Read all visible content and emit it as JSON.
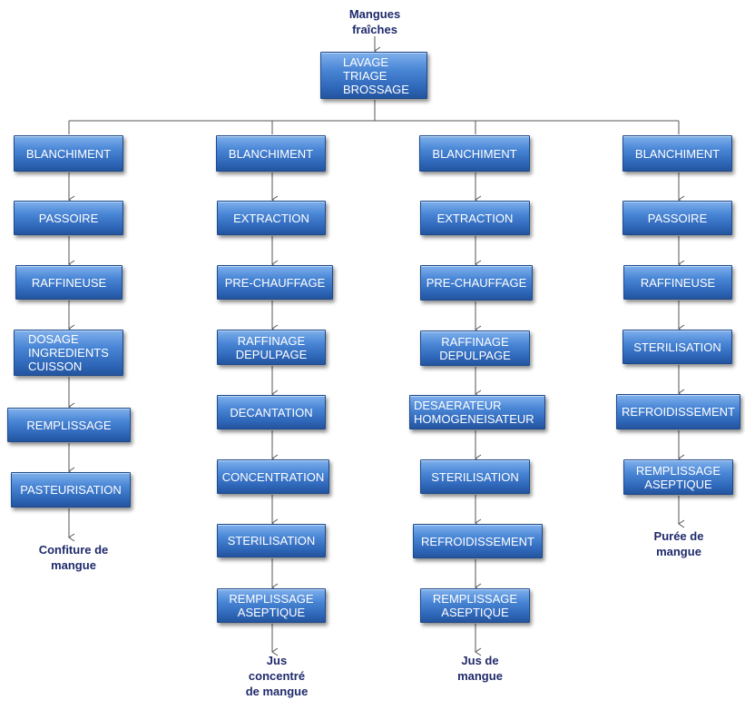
{
  "input": {
    "line1": "Mangues",
    "line2": "fraîches"
  },
  "top_box": {
    "line1": "LAVAGE",
    "line2": "TRIAGE",
    "line3": "BROSSAGE"
  },
  "col1": {
    "steps": [
      "BLANCHIMENT",
      "PASSOIRE",
      "RAFFINEUSE",
      "DOSAGE",
      "INGREDIENTS",
      "CUISSON",
      "REMPLISSAGE",
      "PASTEURISATION"
    ],
    "product": {
      "line1": "Confiture de",
      "line2": "mangue"
    }
  },
  "col2": {
    "steps": [
      "BLANCHIMENT",
      "EXTRACTION",
      "PRE-CHAUFFAGE",
      "RAFFINAGE",
      "DEPULPAGE",
      "DECANTATION",
      "CONCENTRATION",
      "STERILISATION",
      "REMPLISSAGE",
      "ASEPTIQUE"
    ],
    "product": {
      "line1": "Jus",
      "line2": "concentré",
      "line3": "de mangue"
    }
  },
  "col3": {
    "steps": [
      "BLANCHIMENT",
      "EXTRACTION",
      "PRE-CHAUFFAGE",
      "RAFFINAGE",
      "DEPULPAGE",
      "DESAERATEUR",
      "HOMOGENEISATEUR",
      "STERILISATION",
      "REFROIDISSEMENT",
      "REMPLISSAGE",
      "ASEPTIQUE"
    ],
    "product": {
      "line1": "Jus de",
      "line2": "mangue"
    }
  },
  "col4": {
    "steps": [
      "BLANCHIMENT",
      "PASSOIRE",
      "RAFFINEUSE",
      "STERILISATION",
      "REFROIDISSEMENT",
      "REMPLISSAGE",
      "ASEPTIQUE"
    ],
    "product": {
      "line1": "Purée de",
      "line2": "mangue"
    }
  }
}
